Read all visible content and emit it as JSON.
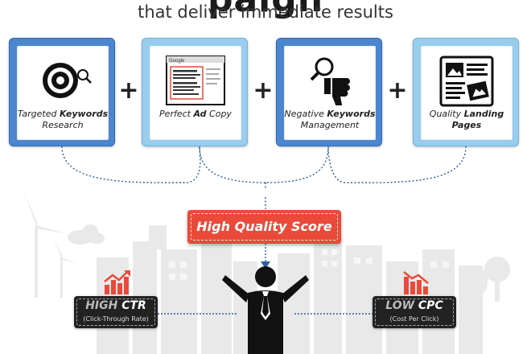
{
  "header": {
    "title_partial": "paign",
    "subtitle": "that deliver immediate results"
  },
  "cards": [
    {
      "label_pre": "Targeted ",
      "label_bold": "Keywords",
      "label_post": "Research",
      "icon": "target-search-icon",
      "theme": "dark"
    },
    {
      "label_pre": "Perfect ",
      "label_bold": "Ad",
      "label_post": "Copy",
      "icon": "google-ad-icon",
      "theme": "light",
      "ad_brand": "Google"
    },
    {
      "label_pre": "Negative ",
      "label_bold": "Keywords",
      "label_post": "Management",
      "icon": "negative-keyword-icon",
      "theme": "dark"
    },
    {
      "label_pre": "Quality ",
      "label_bold": "Landing",
      "label_post": "Pages",
      "icon": "landing-page-icon",
      "theme": "light"
    }
  ],
  "plus_sign": "+",
  "result": {
    "label": "High Quality Score"
  },
  "outcomes": {
    "left": {
      "light": "HIGH ",
      "bold": "CTR",
      "sub": "(Click-Through Rate)",
      "icon": "chart-up-icon"
    },
    "right": {
      "light": "LOW ",
      "bold": "CPC",
      "sub": "(Cost Per Click)",
      "icon": "chart-down-icon"
    }
  },
  "colors": {
    "card_dark": "#4b86cf",
    "card_light": "#98cdee",
    "accent_red": "#ea4a3a",
    "badge_dark": "#222222",
    "dotted_line": "#2f5f9e"
  }
}
